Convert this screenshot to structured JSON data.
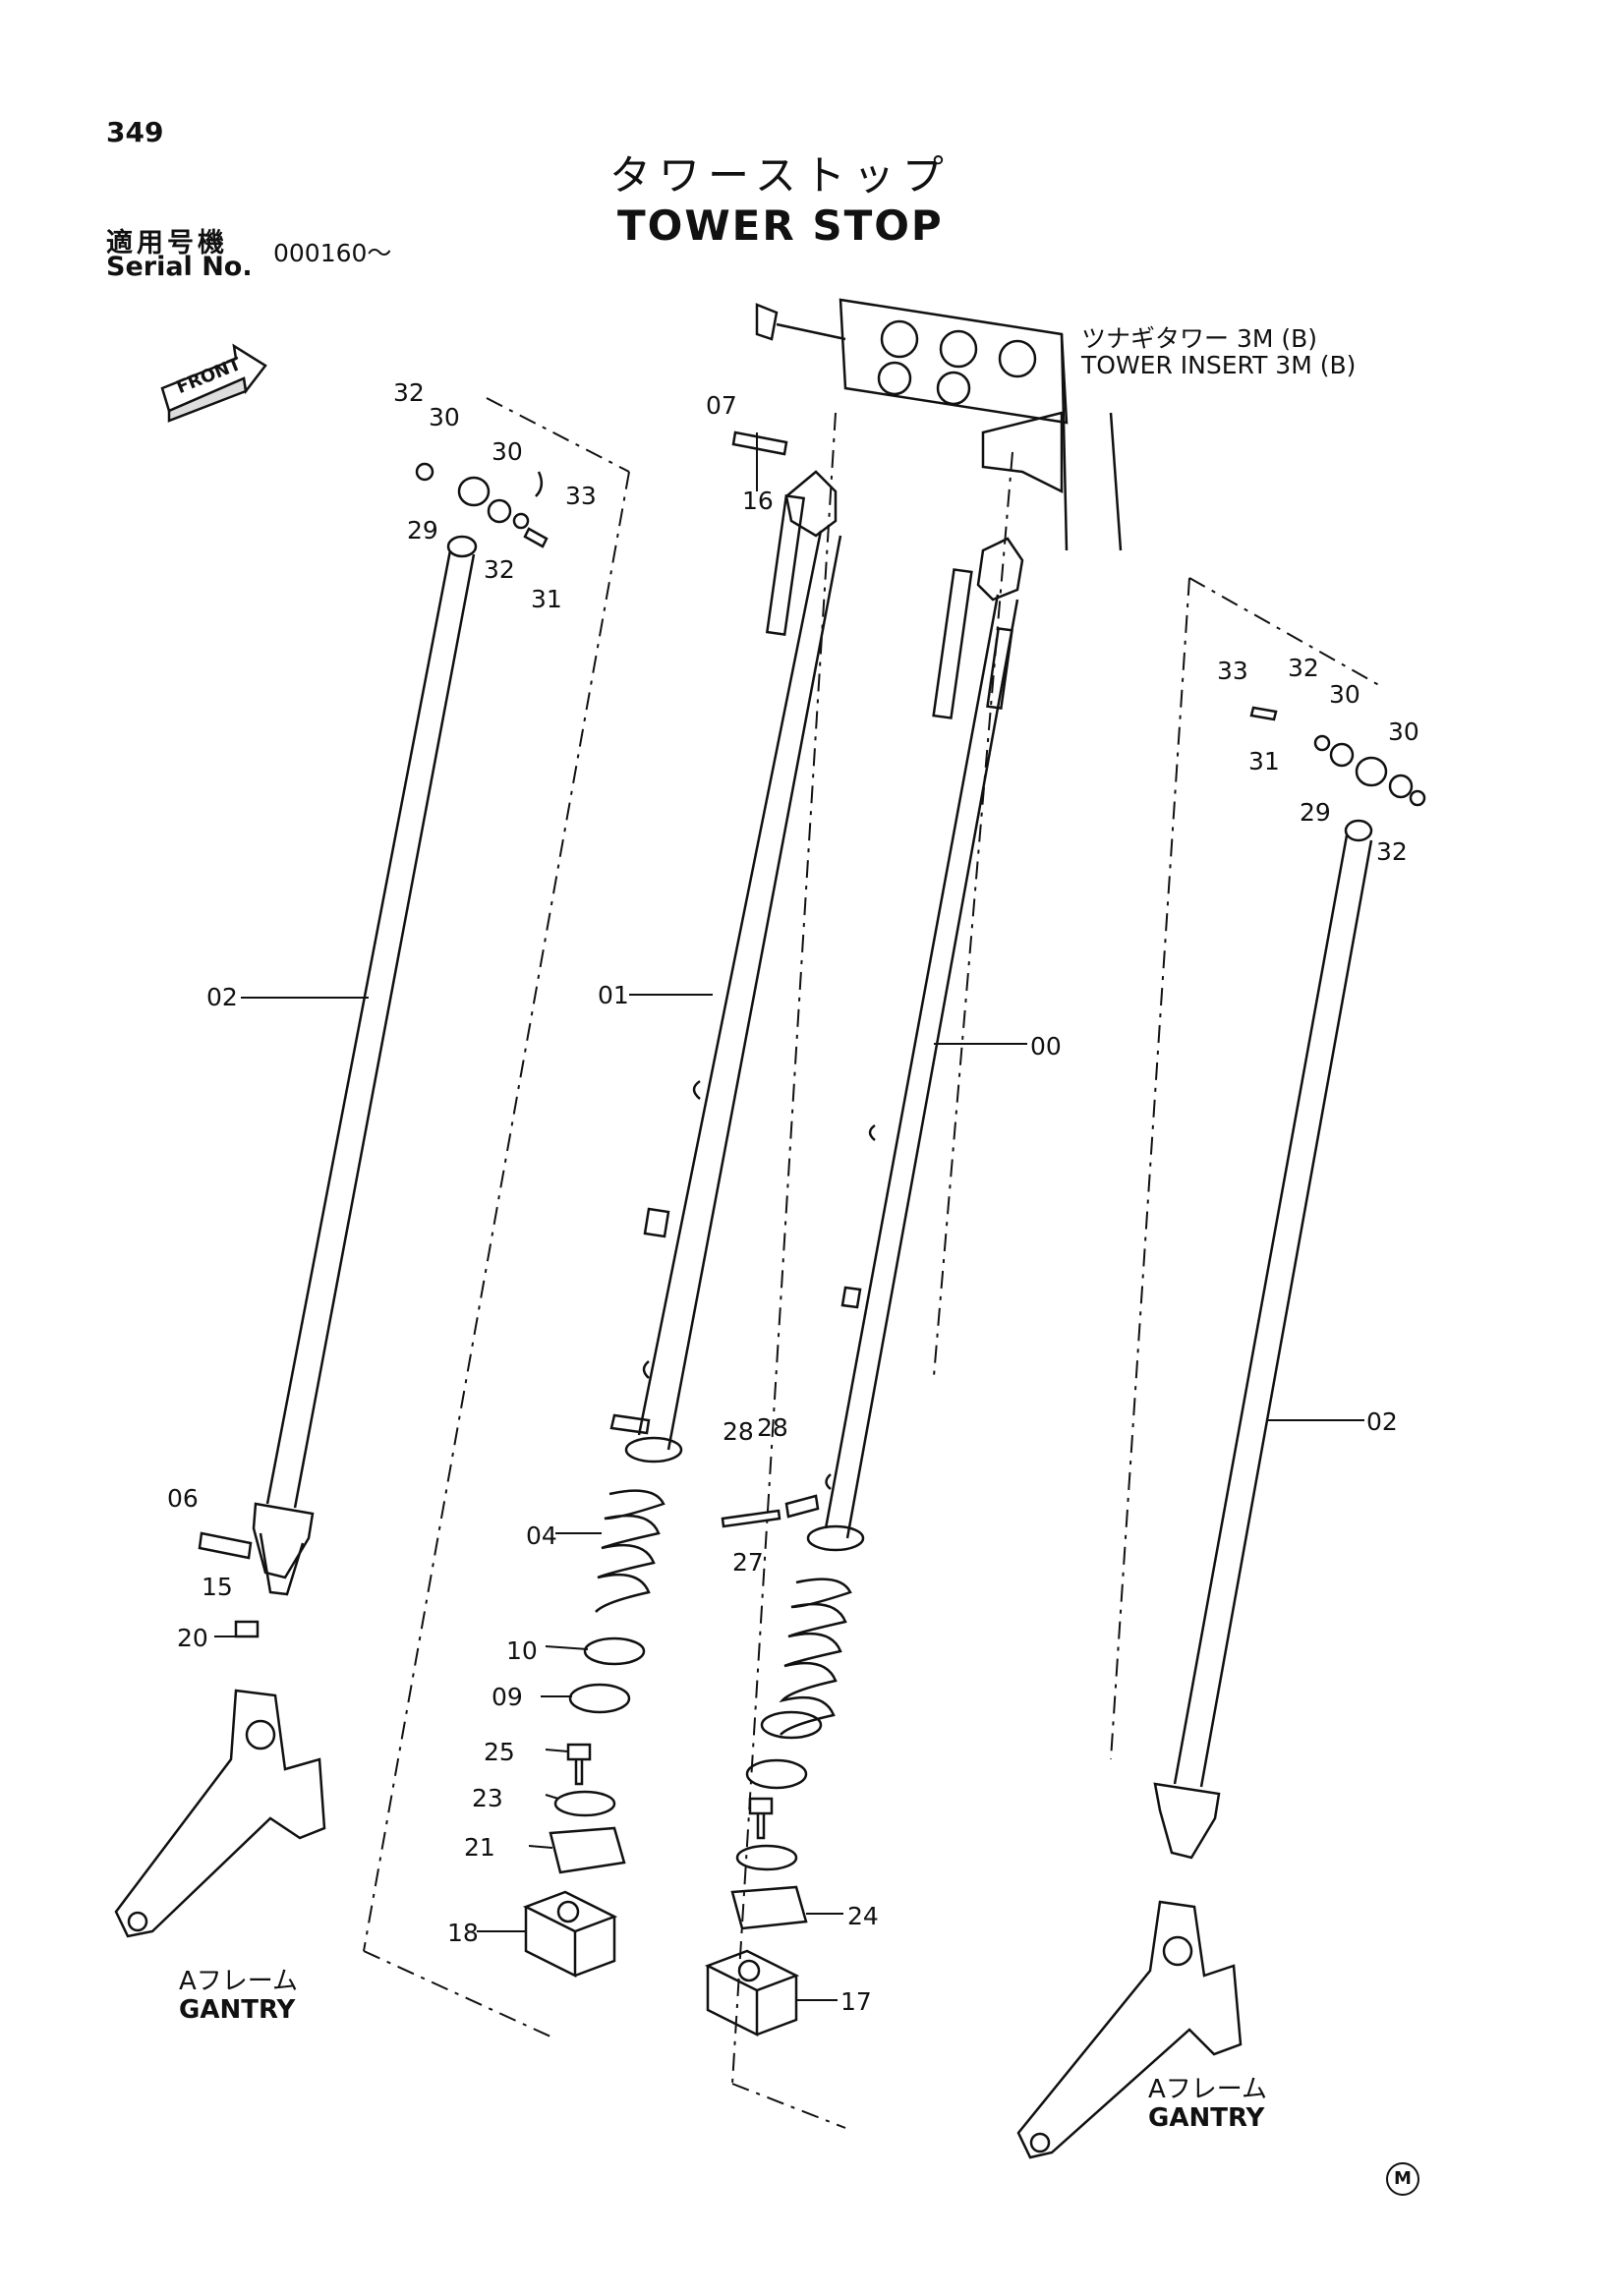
{
  "page_number": "349",
  "title_jp": "タワーストップ",
  "title_en": "TOWER STOP",
  "serial": {
    "label_jp": "適用号機",
    "label_en": "Serial No.",
    "value": "000160～"
  },
  "tower_insert": {
    "label_jp": "ツナギタワー 3M (B)",
    "label_en": "TOWER INSERT 3M (B)"
  },
  "front_label": "FRONT",
  "gantry_left": {
    "label_jp": "Aフレーム",
    "label_en": "GANTRY"
  },
  "gantry_right": {
    "label_jp": "Aフレーム",
    "label_en": "GANTRY"
  },
  "mark": "M",
  "callouts": {
    "c32a": "32",
    "c30a": "30",
    "c29a": "29",
    "c30b": "30",
    "c33a": "33",
    "c32b": "32",
    "c31a": "31",
    "c07": "07",
    "c16": "16",
    "c33b": "33",
    "c32c": "32",
    "c30c": "30",
    "c30d": "30",
    "c31b": "31",
    "c29b": "29",
    "c32d": "32",
    "c02a": "02",
    "c01": "01",
    "c00": "00",
    "c02b": "02",
    "c06": "06",
    "c15": "15",
    "c20": "20",
    "c28a": "28",
    "c28b": "28",
    "c27": "27",
    "c04": "04",
    "c10": "10",
    "c09": "09",
    "c25": "25",
    "c23": "23",
    "c21": "21",
    "c18": "18",
    "c24": "24",
    "c17": "17"
  }
}
